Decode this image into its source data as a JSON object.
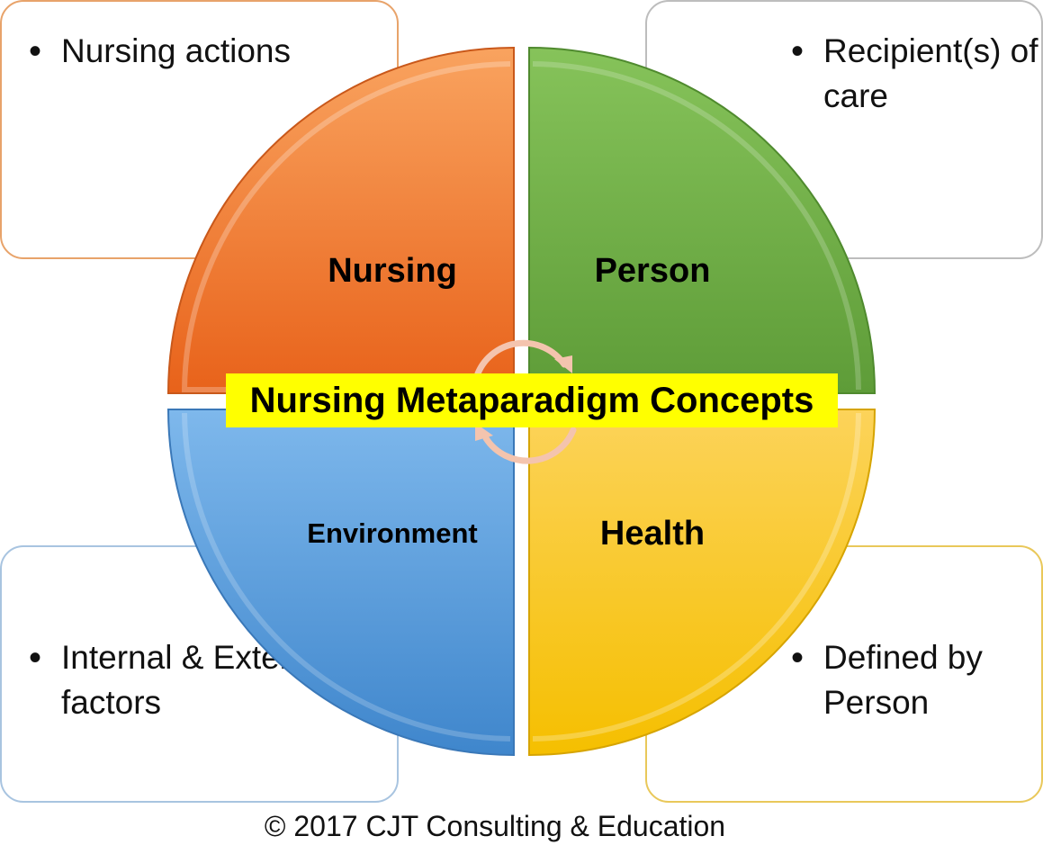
{
  "diagram": {
    "center_title": "Nursing Metaparadigm Concepts",
    "quadrants": [
      {
        "label": "Nursing",
        "color": "#f07a28",
        "note": "Nursing actions"
      },
      {
        "label": "Person",
        "color": "#70ad47",
        "note": "Recipient(s) of care"
      },
      {
        "label": "Environment",
        "color": "#5b9bd5",
        "note": "Internal & External factors"
      },
      {
        "label": "Health",
        "color": "#ffc000",
        "note": "Defined by Person"
      }
    ],
    "copyright": "© 2017 CJT Consulting & Education"
  }
}
